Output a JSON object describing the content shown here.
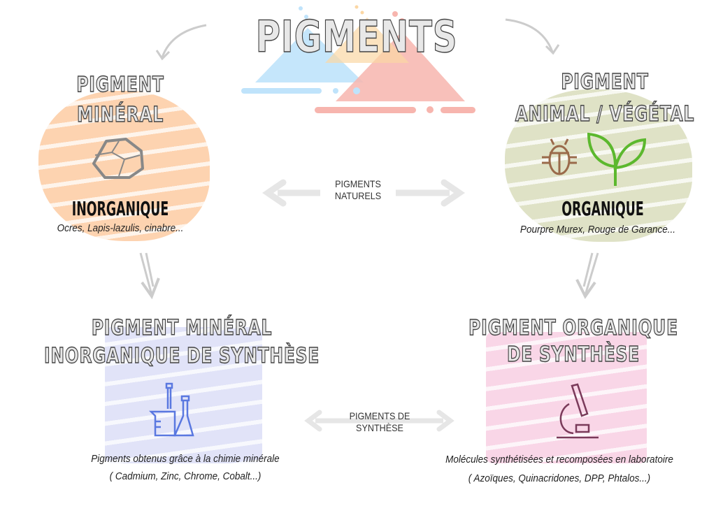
{
  "title": "PIGMENTS",
  "mineral": {
    "line1": "PIGMENT",
    "line2": "MINÉRAL",
    "type": "INORGANIQUE",
    "examples": "Ocres, Lapis-lazulis, cinabre..."
  },
  "animal": {
    "line1": "PIGMENT",
    "line2": "ANIMAL / VÉGÉTAL",
    "type": "ORGANIQUE",
    "examples": "Pourpre Murex, Rouge de Garance..."
  },
  "natural_link": {
    "line1": "PIGMENTS",
    "line2": "NATURELS"
  },
  "synth_mineral": {
    "line1": "PIGMENT MINÉRAL",
    "line2": "INORGANIQUE DE SYNTHÈSE",
    "desc": "Pigments obtenus grâce à la chimie minérale",
    "examples": "( Cadmium, Zinc, Chrome, Cobalt...)"
  },
  "synth_organic": {
    "line1": "PIGMENT ORGANIQUE",
    "line2": "DE SYNTHÈSE",
    "desc": "Molécules synthétisées et recomposées en laboratoire",
    "examples": "( Azoïques, Quinacridones, DPP, Phtalos...)"
  },
  "synth_link": {
    "line1": "PIGMENTS DE",
    "line2": "SYNTHÈSE"
  },
  "colors": {
    "orange": "#fdd3b0",
    "green": "#dfe2c6",
    "blue": "#e1e3f8",
    "pink": "#f9d6e7",
    "plant": "#5cb82e",
    "bug": "#9a6a4a",
    "flask": "#5a78e0",
    "microscope": "#7a3a5a"
  }
}
